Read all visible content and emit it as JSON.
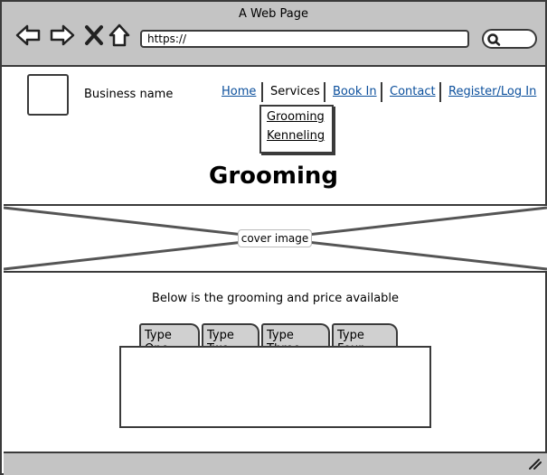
{
  "window": {
    "title": "A Web Page"
  },
  "toolbar": {
    "back_icon": "back-arrow-icon",
    "forward_icon": "forward-arrow-icon",
    "close_icon": "close-x-icon",
    "home_icon": "home-icon",
    "url": "https://",
    "search_icon": "search-icon"
  },
  "header": {
    "business_name": "Business name",
    "nav": [
      {
        "label": "Home",
        "link": true
      },
      {
        "label": "Services",
        "link": false
      },
      {
        "label": "Book In",
        "link": true
      },
      {
        "label": "Contact",
        "link": true
      },
      {
        "label": "Register/Log In",
        "link": true
      }
    ],
    "services_dropdown": [
      "Grooming",
      "Kenneling"
    ]
  },
  "page": {
    "heading": "Grooming",
    "cover_label": "cover image",
    "intro": "Below is the grooming and price available",
    "tabs": [
      "Type One",
      "Type Two",
      "Type Three",
      "Type Four"
    ]
  },
  "colors": {
    "chrome": "#c4c4c4",
    "link": "#0b4f9c",
    "tab": "#d0d0d0",
    "border": "#3a3a3a"
  }
}
